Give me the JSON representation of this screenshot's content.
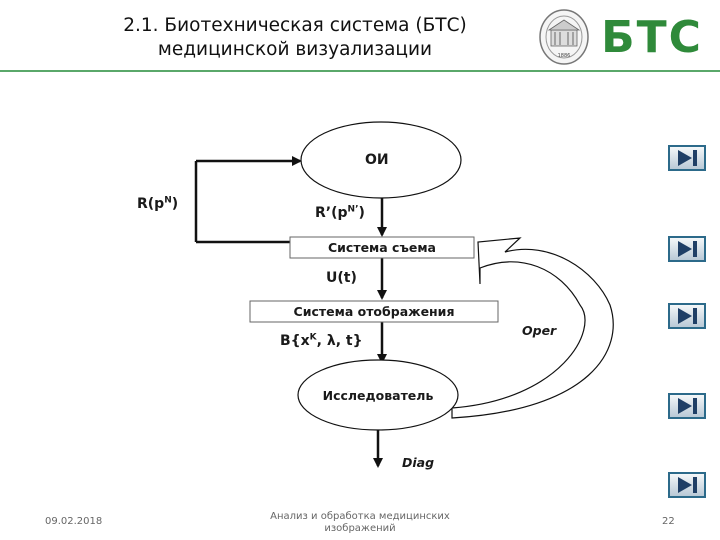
{
  "slide": {
    "title_line1": "2.1. Биотехническая система (БТС)",
    "title_line2": "медицинской визуализации",
    "logo_text": "БТС",
    "seal_year": "1886"
  },
  "diagram": {
    "oi": "ОИ",
    "r_pn_base": "R(p",
    "r_pn_sup": "N",
    "r_pn_end": ")",
    "r_prime_base": "R’(p",
    "r_prime_sup": "N’",
    "r_prime_end": ")",
    "system_capture": "Система съема",
    "u_t": "U(t)",
    "system_display": "Система отображения",
    "b_base": "B{x",
    "b_sup": "K",
    "b_end": ", λ, t}",
    "oper": "Oper",
    "researcher": "Исследователь",
    "diag": "Diag"
  },
  "footer": {
    "date": "09.02.2018",
    "course_line1": "Анализ и обработка медицинских",
    "course_line2": "изображений",
    "page": "22"
  },
  "nav_buttons": [
    "end-icon",
    "end-icon",
    "end-icon",
    "end-icon",
    "end-icon"
  ]
}
